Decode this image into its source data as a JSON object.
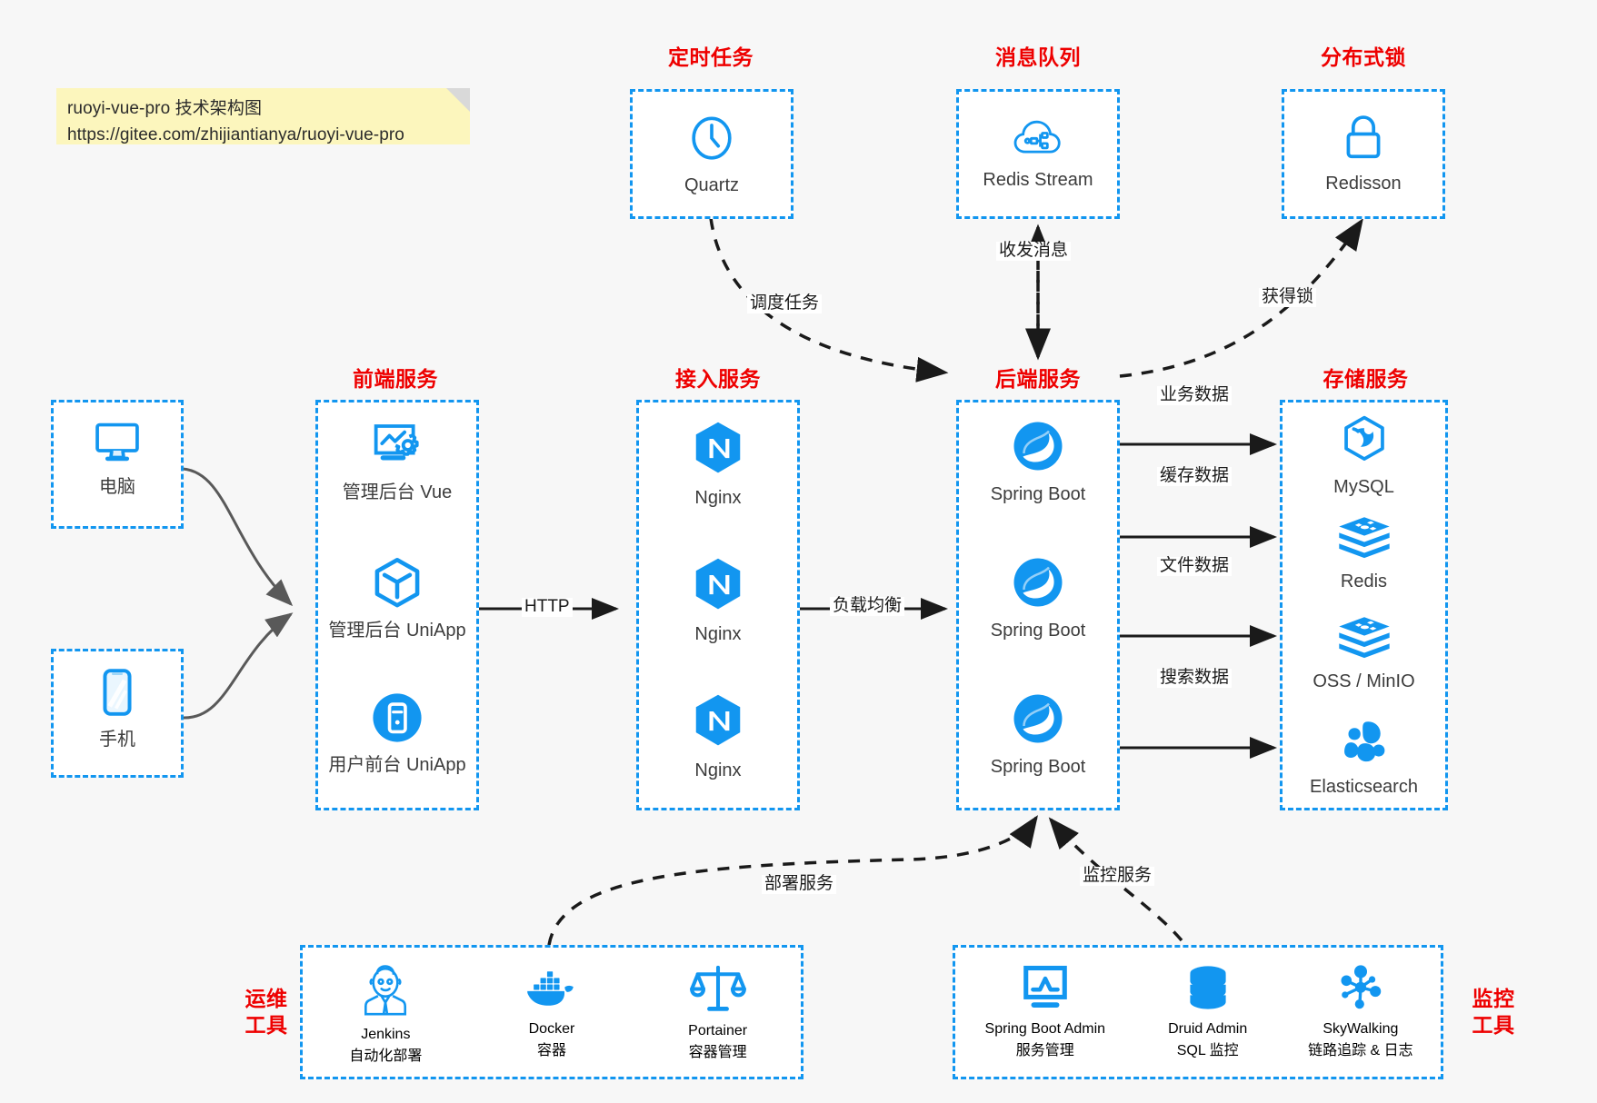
{
  "note": {
    "line1": "ruoyi-vue-pro 技术架构图",
    "line2": "https://gitee.com/zhijiantianya/ruoyi-vue-pro"
  },
  "colors": {
    "accent_blue": "#1296f0",
    "title_red": "#ee0000",
    "text_dark": "#3c3c3c",
    "note_bg": "#fcf6bd",
    "canvas_bg": "#f7f7f7",
    "arrow_solid": "#1a1a1a",
    "arrow_gray": "#595959"
  },
  "groups": {
    "scheduled_task": {
      "title": "定时任务",
      "nodes": [
        {
          "label": "Quartz",
          "icon": "clock-icon"
        }
      ]
    },
    "message_queue": {
      "title": "消息队列",
      "nodes": [
        {
          "label": "Redis Stream",
          "icon": "cloud-stream-icon"
        }
      ]
    },
    "distributed_lock": {
      "title": "分布式锁",
      "nodes": [
        {
          "label": "Redisson",
          "icon": "lock-icon"
        }
      ]
    },
    "clients": {
      "nodes": [
        {
          "label": "电脑",
          "icon": "desktop-monitor-icon"
        },
        {
          "label": "手机",
          "icon": "mobile-phone-icon"
        }
      ]
    },
    "frontend": {
      "title": "前端服务",
      "nodes": [
        {
          "label": "管理后台 Vue",
          "icon": "dashboard-gear-icon"
        },
        {
          "label": "管理后台 UniApp",
          "icon": "cube-icon"
        },
        {
          "label": "用户前台 UniApp",
          "icon": "mobile-circle-icon"
        }
      ]
    },
    "gateway": {
      "title": "接入服务",
      "nodes": [
        {
          "label": "Nginx",
          "icon": "nginx-icon"
        },
        {
          "label": "Nginx",
          "icon": "nginx-icon"
        },
        {
          "label": "Nginx",
          "icon": "nginx-icon"
        }
      ]
    },
    "backend": {
      "title": "后端服务",
      "nodes": [
        {
          "label": "Spring Boot",
          "icon": "spring-boot-icon"
        },
        {
          "label": "Spring Boot",
          "icon": "spring-boot-icon"
        },
        {
          "label": "Spring Boot",
          "icon": "spring-boot-icon"
        }
      ]
    },
    "storage": {
      "title": "存储服务",
      "nodes": [
        {
          "label": "MySQL",
          "icon": "mysql-dolphin-icon"
        },
        {
          "label": "Redis",
          "icon": "redis-stack-icon"
        },
        {
          "label": "OSS / MinIO",
          "icon": "redis-stack-icon"
        },
        {
          "label": "Elasticsearch",
          "icon": "elasticsearch-icon"
        }
      ]
    },
    "devops": {
      "title_line1": "运维",
      "title_line2": "工具",
      "nodes": [
        {
          "label": "Jenkins",
          "sub": "自动化部署",
          "icon": "jenkins-butler-icon"
        },
        {
          "label": "Docker",
          "sub": "容器",
          "icon": "docker-whale-icon"
        },
        {
          "label": "Portainer",
          "sub": "容器管理",
          "icon": "scales-balance-icon"
        }
      ]
    },
    "monitoring": {
      "title_line1": "监控",
      "title_line2": "工具",
      "nodes": [
        {
          "label": "Spring Boot Admin",
          "sub": "服务管理",
          "icon": "monitor-chart-icon"
        },
        {
          "label": "Druid Admin",
          "sub": "SQL 监控",
          "icon": "database-cylinder-icon"
        },
        {
          "label": "SkyWalking",
          "sub": "链路追踪 & 日志",
          "icon": "network-nodes-icon"
        }
      ]
    }
  },
  "edges": [
    {
      "id": "http",
      "label": "HTTP",
      "from": "frontend",
      "to": "gateway"
    },
    {
      "id": "loadbalance",
      "label": "负载均衡",
      "from": "gateway",
      "to": "backend"
    },
    {
      "id": "schedule",
      "label": "调度任务",
      "from": "quartz",
      "to": "backend"
    },
    {
      "id": "mq",
      "label": "收发消息",
      "from": "backend",
      "to": "redis-stream"
    },
    {
      "id": "lock",
      "label": "获得锁",
      "from": "backend",
      "to": "redisson"
    },
    {
      "id": "biz-data",
      "label": "业务数据",
      "from": "backend",
      "to": "mysql"
    },
    {
      "id": "cache-data",
      "label": "缓存数据",
      "from": "backend",
      "to": "redis"
    },
    {
      "id": "file-data",
      "label": "文件数据",
      "from": "backend",
      "to": "oss"
    },
    {
      "id": "search-data",
      "label": "搜索数据",
      "from": "backend",
      "to": "elasticsearch"
    },
    {
      "id": "deploy",
      "label": "部署服务",
      "from": "devops",
      "to": "backend"
    },
    {
      "id": "monitor",
      "label": "监控服务",
      "from": "monitoring",
      "to": "backend"
    }
  ]
}
